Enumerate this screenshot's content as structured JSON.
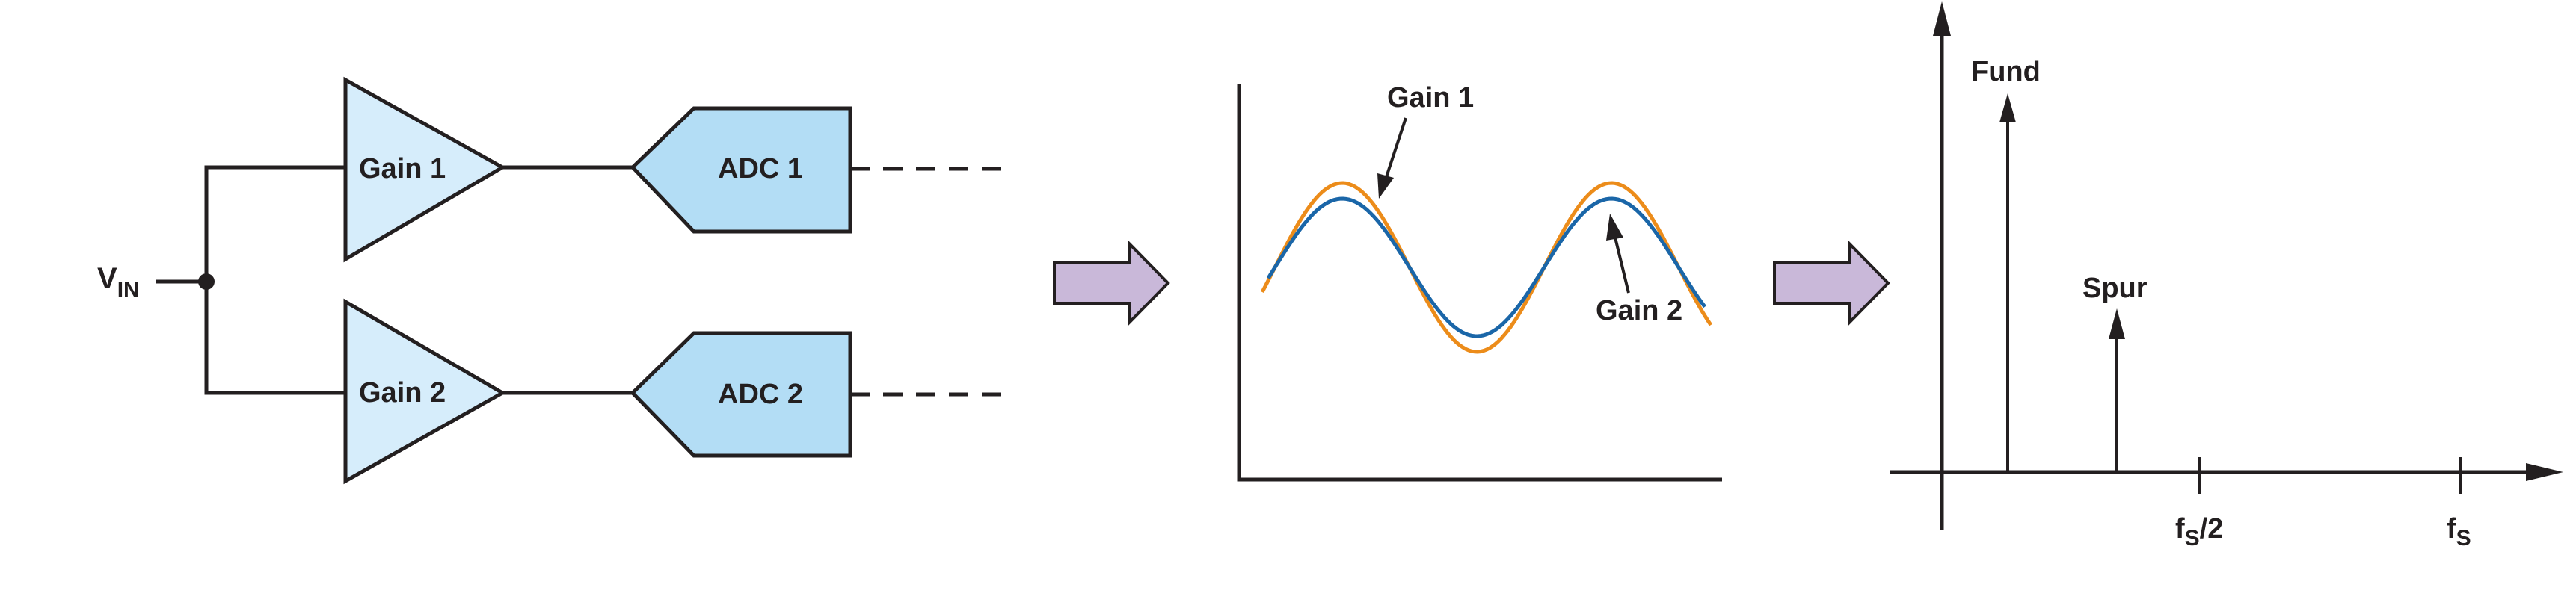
{
  "colors": {
    "line": "#231f20",
    "amp_fill": "#d6edfb",
    "adc_fill": "#b3ddf5",
    "arrow_fill": "#c9b8d9",
    "gain1_trace": "#ec8c1a",
    "gain2_trace": "#1a66a8"
  },
  "circuit": {
    "vin_label": "V",
    "vin_sub": "IN",
    "amp1_label": "Gain 1",
    "amp2_label": "Gain 2",
    "adc1_label": "ADC 1",
    "adc2_label": "ADC 2"
  },
  "waveform": {
    "gain1_label": "Gain 1",
    "gain2_label": "Gain 2"
  },
  "spectrum": {
    "fund_label": "Fund",
    "spur_label": "Spur",
    "fs_half_label": "f",
    "fs_half_sub": "S",
    "fs_half_suffix": "/2",
    "fs_label": "f",
    "fs_sub": "S"
  },
  "icons": [
    "right-arrow-icon",
    "right-arrow-icon"
  ]
}
